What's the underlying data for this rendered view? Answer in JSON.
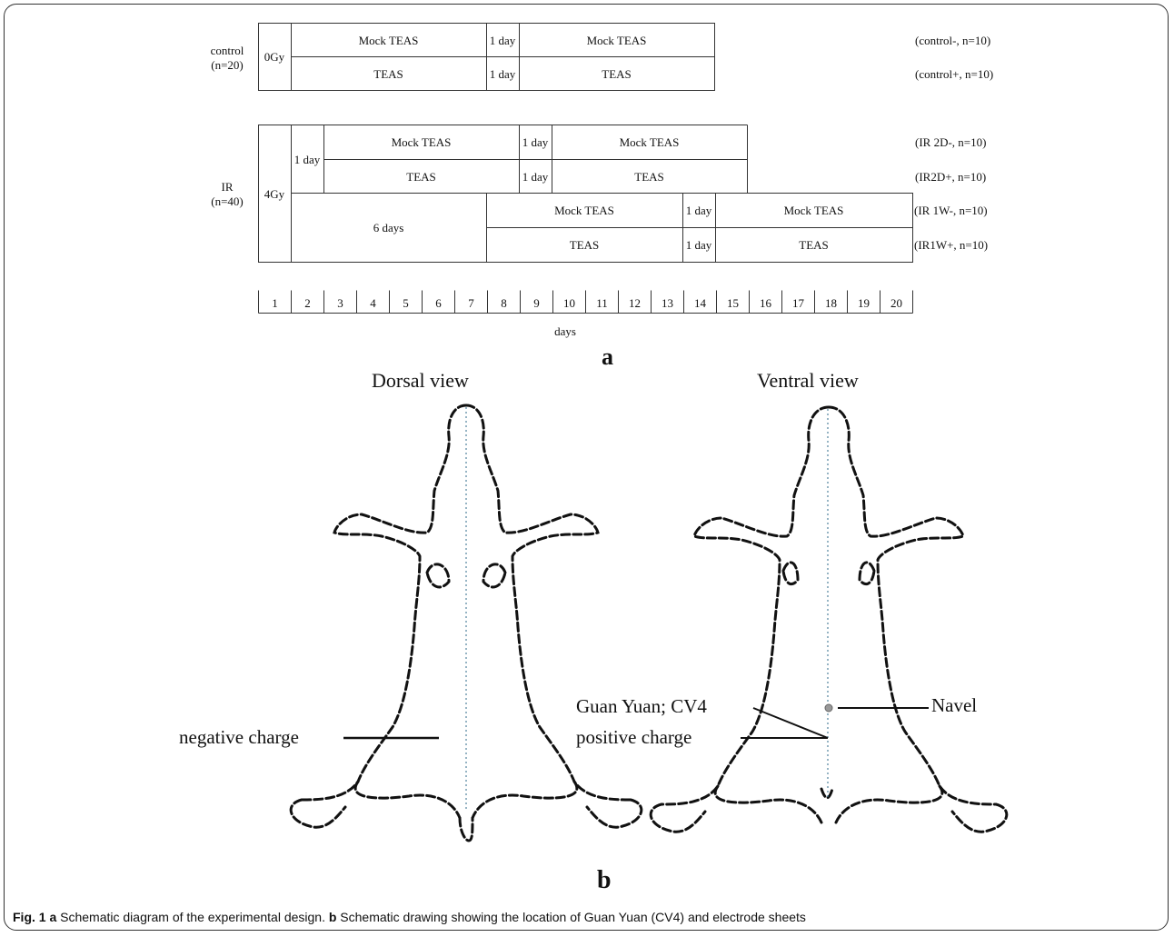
{
  "panel_a": {
    "label": "a",
    "control": {
      "group": "control",
      "group_n": "(n=20)",
      "dose": "0Gy",
      "row1": {
        "left": "Mock TEAS",
        "gap": "1 day",
        "right": "Mock TEAS",
        "tag": "(control-, n=10)"
      },
      "row2": {
        "left": "TEAS",
        "gap": "1 day",
        "right": "TEAS",
        "tag": "(control+, n=10)"
      }
    },
    "ir": {
      "group": "IR",
      "group_n": "(n=40)",
      "dose": "4Gy",
      "delay_2d": "1 day",
      "row1": {
        "left": "Mock TEAS",
        "gap": "1 day",
        "right": "Mock TEAS",
        "tag": "(IR 2D-, n=10)"
      },
      "row2": {
        "left": "TEAS",
        "gap": "1 day",
        "right": "TEAS",
        "tag": "(IR2D+, n=10)"
      },
      "delay_1w": "6 days",
      "row3": {
        "left": "Mock TEAS",
        "gap": "1 day",
        "right": "Mock TEAS",
        "tag": "(IR 1W-, n=10)"
      },
      "row4": {
        "left": "TEAS",
        "gap": "1 day",
        "right": "TEAS",
        "tag": "(IR1W+, n=10)"
      }
    },
    "days": [
      "1",
      "2",
      "3",
      "4",
      "5",
      "6",
      "7",
      "8",
      "9",
      "10",
      "11",
      "12",
      "13",
      "14",
      "15",
      "16",
      "17",
      "18",
      "19",
      "20"
    ],
    "days_label": "days"
  },
  "panel_b": {
    "label": "b",
    "dorsal_title": "Dorsal view",
    "ventral_title": "Ventral view",
    "negative": "negative charge",
    "guan_yuan": "Guan Yuan; CV4",
    "positive": "positive charge",
    "navel": "Navel"
  },
  "caption": {
    "fig": "Fig. 1",
    "a_letter": "a",
    "a_text": " Schematic diagram of the experimental design. ",
    "b_letter": "b",
    "b_text": " Schematic drawing showing the location of Guan Yuan (CV4) and electrode sheets"
  }
}
